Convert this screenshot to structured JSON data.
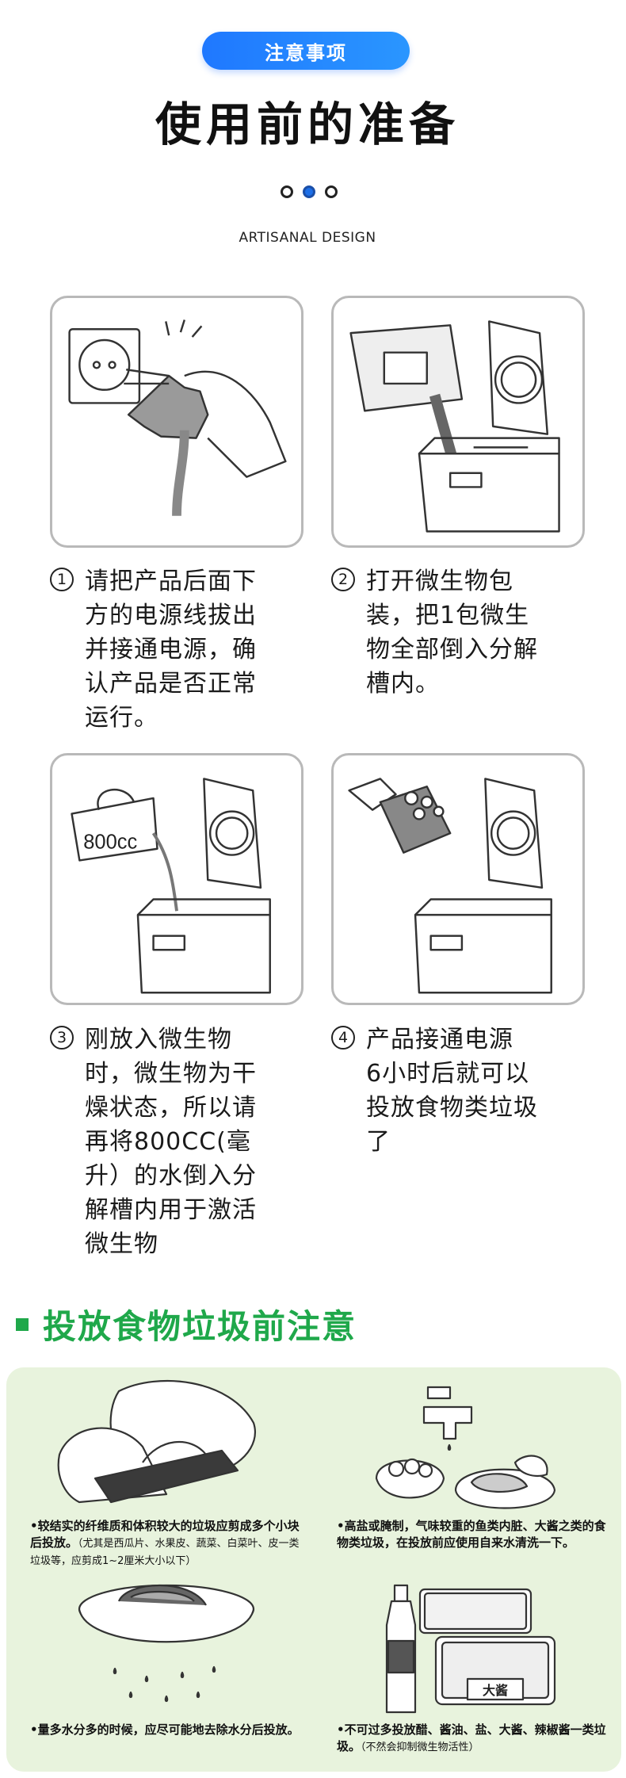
{
  "header": {
    "pill_label": "注意事项",
    "title": "使用前的准备",
    "subtitle": "ARTISANAL DESIGN"
  },
  "steps": [
    {
      "number": "1",
      "lines": [
        "请把产品后面下",
        "方的电源线拔出",
        "并接通电源，确",
        "认产品是否正常",
        "运行。"
      ]
    },
    {
      "number": "2",
      "lines": [
        "打开微生物包",
        "装，把1包微生",
        "物全部倒入分解",
        "槽内。"
      ]
    },
    {
      "number": "3",
      "lines": [
        "刚放入微生物",
        "时，微生物为干",
        "燥状态，所以请",
        "再将800CC(毫",
        "升）的水倒入分",
        "解槽内用于激活",
        "微生物"
      ]
    },
    {
      "number": "4",
      "lines": [
        "产品接通电源",
        "6小时后就可以",
        "投放食物类垃圾",
        "了"
      ]
    }
  ],
  "illustrations": {
    "cup_label": "800cc",
    "jar_label": "大酱"
  },
  "section": {
    "title": "投放食物垃圾前注意"
  },
  "notes": [
    {
      "main": "•较结实的纤维质和体积较大的垃圾应剪成多个小块后投放。",
      "small": "（尤其是西瓜片、水果皮、蔬菜、白菜叶、皮一类垃圾等，应剪成1~2厘米大小以下）"
    },
    {
      "main": "•高盐或腌制，气味较重的鱼类内脏、大酱之类的食物类垃圾，在投放前应使用自来水清洗一下。",
      "small": ""
    },
    {
      "main": "•量多水分多的时候，应尽可能地去除水分后投放。",
      "small": ""
    },
    {
      "main": "•不可过多投放醋、酱油、盐、大酱、辣椒酱一类垃圾。",
      "small": "（不然会抑制微生物活性）"
    }
  ],
  "colors": {
    "accent_blue": "#1f78ff",
    "accent_green": "#1fa84a",
    "panel_border": "#b9b9b9",
    "green_bg": "#e8f3dd"
  }
}
